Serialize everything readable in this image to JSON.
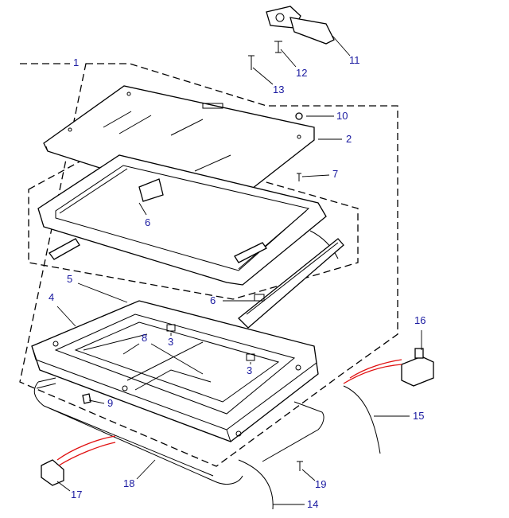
{
  "diagram": {
    "title": "Sunroof assembly exploded view",
    "callouts": [
      {
        "id": "c1",
        "text": "1"
      },
      {
        "id": "c2",
        "text": "2"
      },
      {
        "id": "c3a",
        "text": "3"
      },
      {
        "id": "c3b",
        "text": "3"
      },
      {
        "id": "c4",
        "text": "4"
      },
      {
        "id": "c5",
        "text": "5"
      },
      {
        "id": "c6a",
        "text": "6"
      },
      {
        "id": "c6b",
        "text": "6"
      },
      {
        "id": "c7",
        "text": "7"
      },
      {
        "id": "c8",
        "text": "8"
      },
      {
        "id": "c9",
        "text": "9"
      },
      {
        "id": "c10",
        "text": "10"
      },
      {
        "id": "c11",
        "text": "11"
      },
      {
        "id": "c12",
        "text": "12"
      },
      {
        "id": "c13",
        "text": "13"
      },
      {
        "id": "c14",
        "text": "14"
      },
      {
        "id": "c15",
        "text": "15"
      },
      {
        "id": "c16",
        "text": "16"
      },
      {
        "id": "c17",
        "text": "17"
      },
      {
        "id": "c18",
        "text": "18"
      },
      {
        "id": "c19",
        "text": "19"
      }
    ],
    "colors": {
      "callout": "#1a1aa0",
      "highlight": "#e01010",
      "line": "#000000"
    }
  }
}
